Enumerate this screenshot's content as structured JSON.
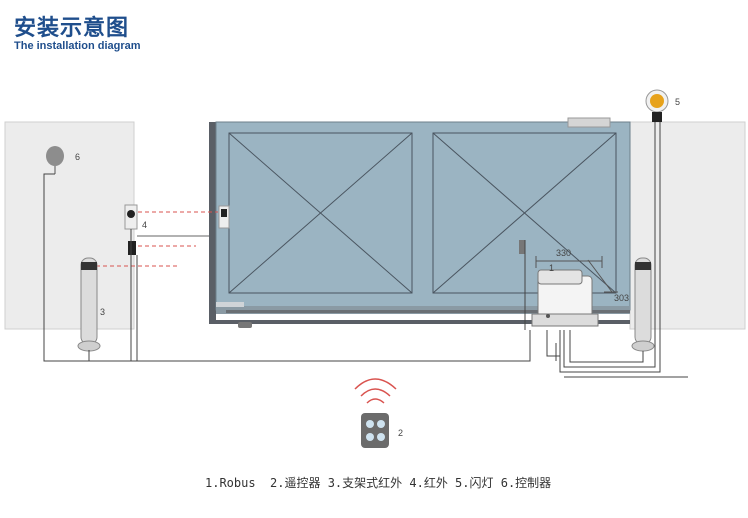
{
  "header": {
    "title_cn": "安装示意图",
    "title_en": "The installation diagram"
  },
  "callouts": {
    "robus_number": "1",
    "remote_number": "2",
    "column_photocell_number": "3",
    "photocell_number": "4",
    "flashing_light_number": "5",
    "control_unit_number": "6",
    "dimension_width": "330",
    "dimension_height": "303"
  },
  "legend": {
    "text": "1.Robus  2.遥控器 3.支架式红外 4.红外 5.闪灯 6.控制器"
  },
  "colors": {
    "gate_fill": "#9bb4c2",
    "gate_stroke": "#4a5560",
    "wall_fill": "#ececec",
    "beam": "#d9534f",
    "title": "#1f4e8c",
    "lamp": "#e7a21b"
  }
}
